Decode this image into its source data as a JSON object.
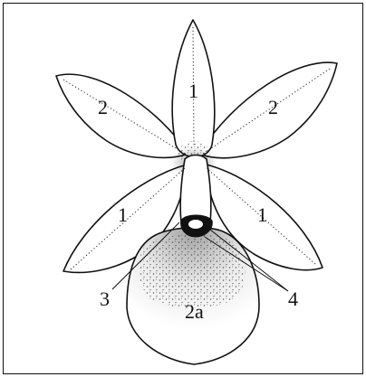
{
  "figure": {
    "labels": {
      "dorsal_sepal": "1",
      "petal_left": "2",
      "petal_right": "2",
      "lateral_sepal_left": "1",
      "lateral_sepal_right": "1",
      "callout_3": "3",
      "callout_4": "4",
      "lip": "2a"
    }
  }
}
